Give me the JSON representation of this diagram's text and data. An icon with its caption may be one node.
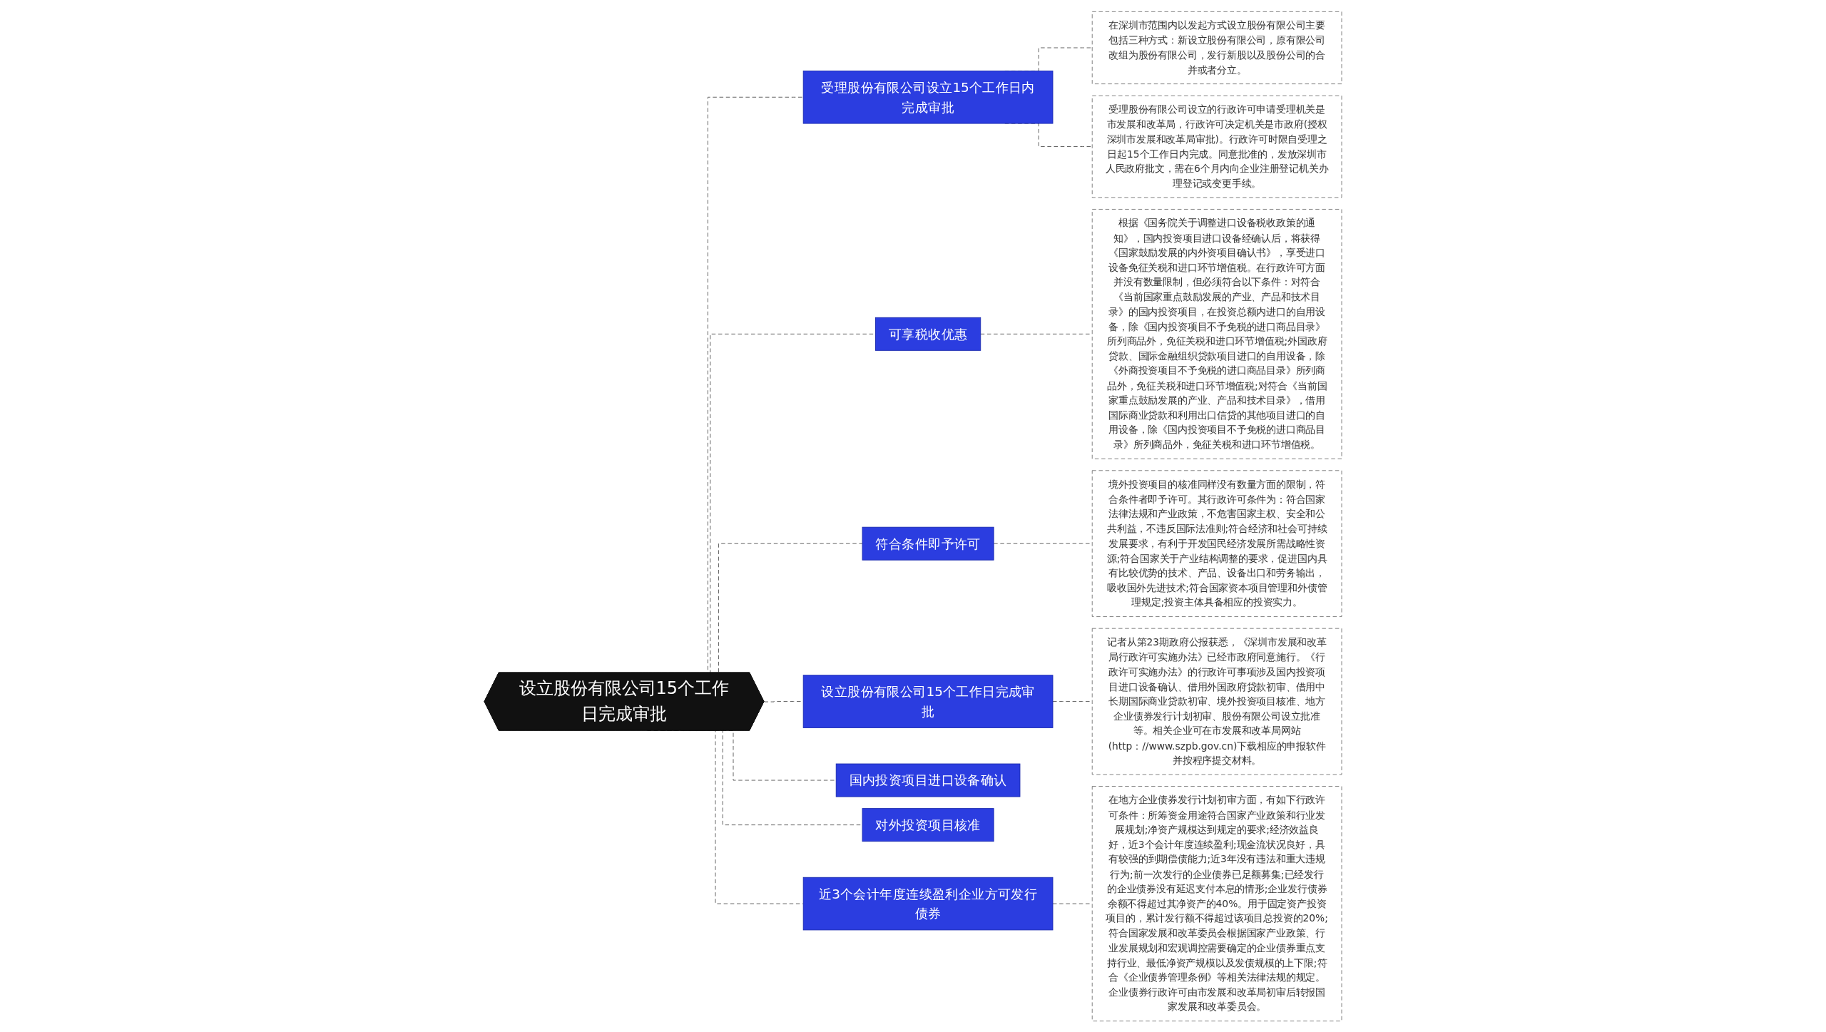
{
  "diagram": {
    "nodes": [
      {
        "text": [
          "设立股份有限公司15个工作日完成审批"
        ]
      },
      {
        "text": [
          "受理股份有限公司设立15个工作日内完成审批"
        ]
      },
      {
        "text": [
          "在深圳市范围内以发起方式设立股份有限公司主要包括三种方式：新设立股份有限公司，原有限公司改组为股份有限公司，发行新股以及股份公司的合并或者分立。"
        ]
      },
      {
        "text": [
          "受理股份有限公司设立的行政许可申请受理机关是市发展和改革局，行政许可决定机关是市政府(授权深圳市发展和改革局审批)。行政许可时限自受理之日起15个工作日内完成。同意批准的，发放深圳市人民政府批文，需在6个月内向企业注册登记机关办理登记或变更手续。"
        ]
      },
      {
        "text": [
          "可享税收优惠"
        ]
      },
      {
        "text": [
          "根据《国务院关于调整进口设备税收政策的通知》，国内投资项目进口设备经确认后，将获得《国家鼓励发展的内外资项目确认书》，享受进口设备免征关税和进口环节增值税。在行政许可方面并没有数量限制，但必须符合以下条件：对符合《当前国家重点鼓励发展的产业、产品和技术目录》的国内投资项目，在投资总额内进口的自用设备，除《国内投资项目不予免税的进口商品目录》所列商品外，免征关税和进口环节增值税;外国政府贷款、国际金融组织贷款项目进口的自用设备，除《外商投资项目不予免税的进口商品目录》所列商品外，免征关税和进口环节增值税;对符合《当前国家重点鼓励发展的产业、产品和技术目录》，借用国际商业贷款和利用出口信贷的其他项目进口的自用设备，除《国内投资项目不予免税的进口商品目录》所列商品外，免征关税和进口环节增值税。"
        ]
      },
      {
        "text": [
          "符合条件即予许可"
        ]
      },
      {
        "text": [
          "境外投资项目的核准同样没有数量方面的限制，符合条件者即予许可。其行政许可条件为：符合国家法律法规和产业政策，不危害国家主权、安全和公共利益，不违反国际法准则;符合经济和社会可持续发展要求，有利于开发国民经济发展所需战略性资源;符合国家关于产业结构调整的要求，促进国内具有比较优势的技术、产品、设备出口和劳务输出，吸收国外先进技术;符合国家资本项目管理和外债管理规定;投资主体具备相应的投资实力。"
        ]
      },
      {
        "text": [
          "设立股份有限公司15个工作日完成审批"
        ]
      },
      {
        "text": [
          "记者从第23期政府公报获悉，《深圳市发展和改革局行政许可实施办法》已经市政府同意施行。《行政许可实施办法》的行政许可事项涉及国内投资项目进口设备确认、借用外国政府贷款初审、借用中长期国际商业贷款初审、境外投资项目核准、地方企业债券发行计划初审、股份有限公司设立批准等。相关企业可在市发展和改革局网站(http：//www.szpb.gov.cn)下载相应的申报软件并按程序提交材料。"
        ]
      },
      {
        "text": [
          "国内投资项目进口设备确认"
        ]
      },
      {
        "text": [
          "对外投资项目核准"
        ]
      },
      {
        "text": [
          "近3个会计年度连续盈利企业方可发行债券"
        ]
      },
      {
        "text": [
          "在地方企业债券发行计划初审方面，有如下行政许可条件：所筹资金用途符合国家产业政策和行业发展规划;净资产规模达到规定的要求;经济效益良好，近3个会计年度连续盈利;现金流状况良好，具有较强的到期偿债能力;近3年没有违法和重大违规行为;前一次发行的企业债券已足额募集;已经发行的企业债券没有延迟支付本息的情形;企业发行债券余额不得超过其净资产的40%。用于固定资产投资项目的，累计发行额不得超过该项目总投资的20%;符合国家发展和改革委员会根据国家产业政策、行业发展规划和宏观调控需要确定的企业债券重点支持行业、最低净资产规模以及发债规模的上下限;符合《企业债券管理条例》等相关法律法规的规定。企业债券行政许可由市发展和改革局初审后转报国家发展和改革委员会。"
        ]
      }
    ],
    "edges": [
      {
        "from": 0,
        "to": 1,
        "arrow": "none",
        "style": "dashed"
      },
      {
        "from": 1,
        "to": 2,
        "arrow": "none",
        "style": "dashed"
      },
      {
        "from": 1,
        "to": 3,
        "arrow": "none",
        "style": "dashed"
      },
      {
        "from": 0,
        "to": 4,
        "arrow": "none",
        "style": "dashed"
      },
      {
        "from": 4,
        "to": 5,
        "arrow": "none",
        "style": "dashed"
      },
      {
        "from": 0,
        "to": 6,
        "arrow": "none",
        "style": "dashed"
      },
      {
        "from": 6,
        "to": 7,
        "arrow": "none",
        "style": "dashed"
      },
      {
        "from": 0,
        "to": 8,
        "arrow": "none",
        "style": "dashed"
      },
      {
        "from": 8,
        "to": 9,
        "arrow": "none",
        "style": "dashed"
      },
      {
        "from": 0,
        "to": 10,
        "arrow": "none",
        "style": "dashed"
      },
      {
        "from": 0,
        "to": 11,
        "arrow": "none",
        "style": "dashed"
      },
      {
        "from": 0,
        "to": 12,
        "arrow": "none",
        "style": "dashed"
      },
      {
        "from": 12,
        "to": 13,
        "arrow": "none",
        "style": "dashed"
      }
    ]
  }
}
